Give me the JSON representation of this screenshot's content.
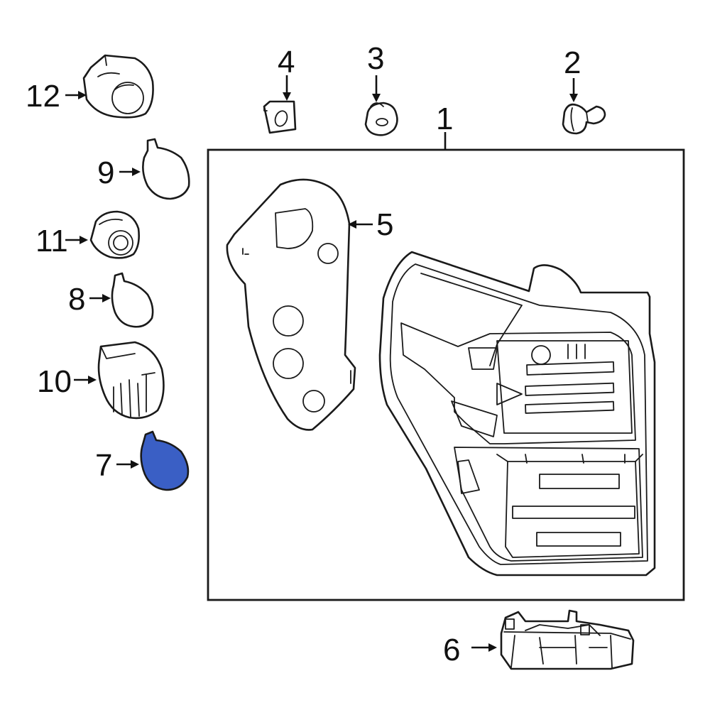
{
  "colors": {
    "line": "#1a1a1a",
    "highlight_fill": "#3a5fc5",
    "background": "#ffffff"
  },
  "callouts": {
    "c1": "1",
    "c2": "2",
    "c3": "3",
    "c4": "4",
    "c5": "5",
    "c6": "6",
    "c7": "7",
    "c8": "8",
    "c9": "9",
    "c10": "10",
    "c11": "11",
    "c12": "12"
  },
  "highlighted_part": "7"
}
